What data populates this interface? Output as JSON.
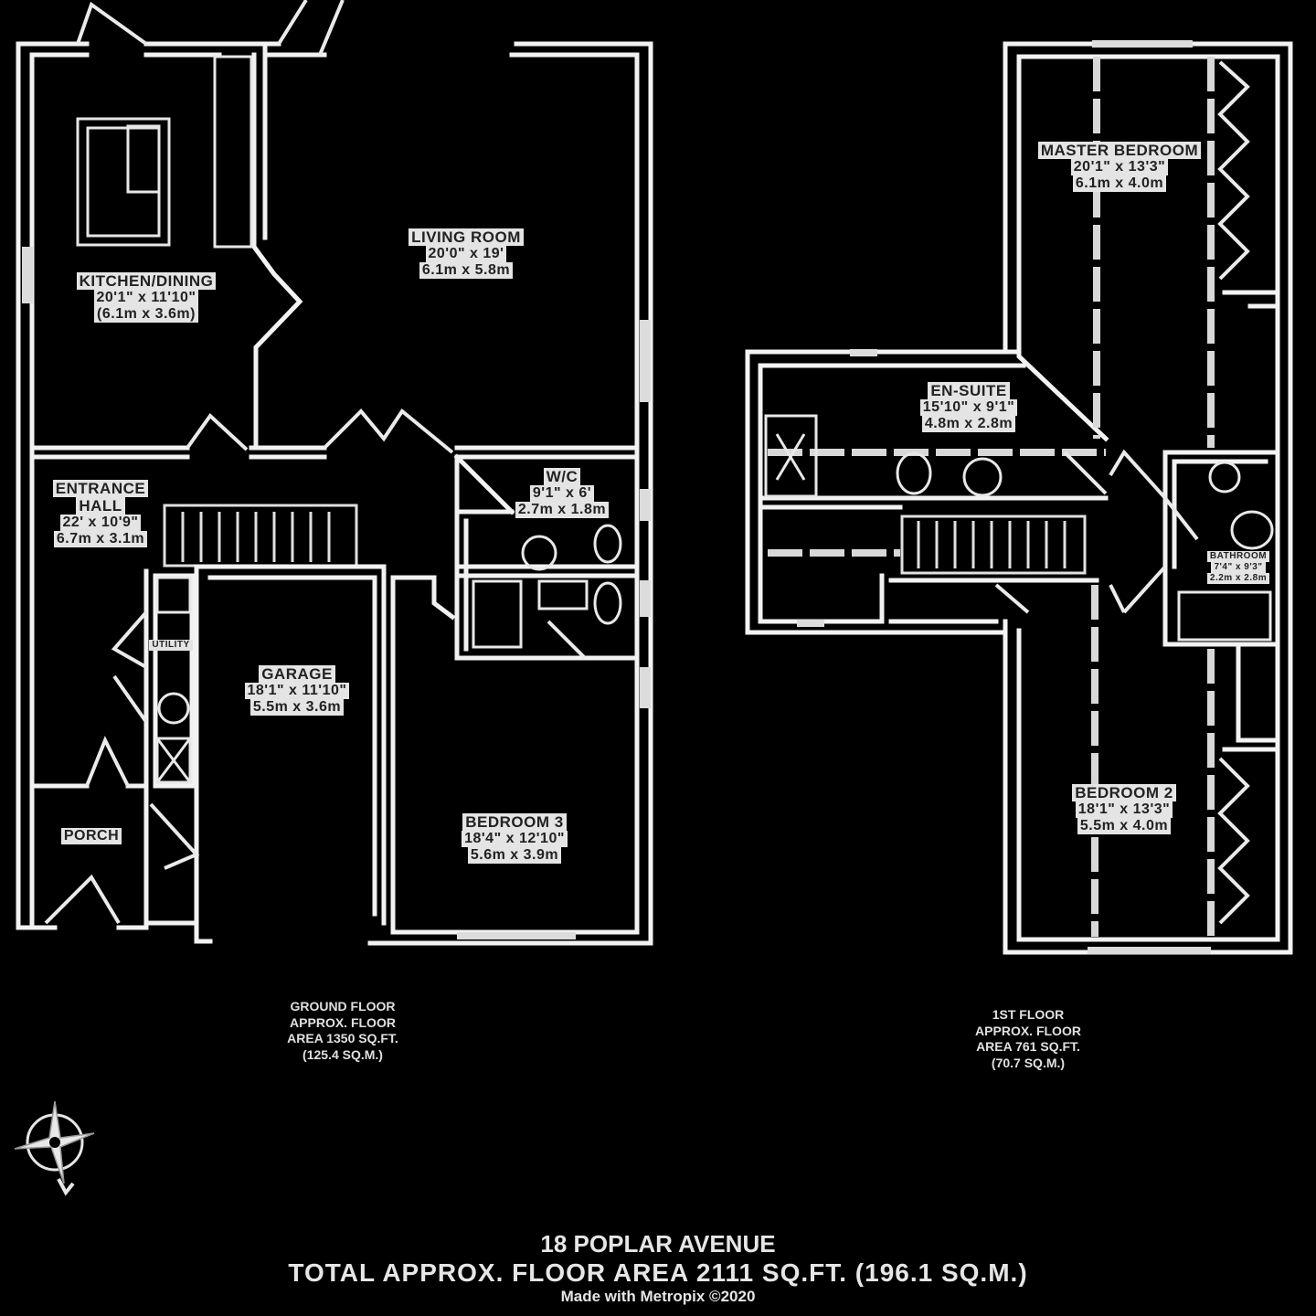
{
  "plan": {
    "background": "#000000",
    "wall_color": "#f2f2f2",
    "label_bg": "#e4e4e4"
  },
  "ground_floor": {
    "rooms": [
      {
        "name": "KITCHEN/DINING",
        "dim_imperial": "20'1\" x 11'10\"",
        "dim_metric": "(6.1m x 3.6m)"
      },
      {
        "name": "LIVING ROOM",
        "dim_imperial": "20'0\" x 19'",
        "dim_metric": "6.1m x 5.8m"
      },
      {
        "name": "ENTRANCE",
        "sub": "HALL",
        "dim_imperial": "22' x 10'9\"",
        "dim_metric": "6.7m x 3.1m"
      },
      {
        "name": "W/C",
        "dim_imperial": "9'1\" x 6'",
        "dim_metric": "2.7m x 1.8m"
      },
      {
        "name": "GARAGE",
        "dim_imperial": "18'1\" x 11'10\"",
        "dim_metric": "5.5m x 3.6m"
      },
      {
        "name": "BEDROOM 3",
        "dim_imperial": "18'4\" x 12'10\"",
        "dim_metric": "5.6m x 3.9m"
      },
      {
        "name": "UTILITY"
      },
      {
        "name": "PORCH"
      }
    ],
    "area_label": {
      "line1": "GROUND FLOOR",
      "line2": "APPROX. FLOOR",
      "line3": "AREA 1350 SQ.FT.",
      "line4": "(125.4 SQ.M.)"
    }
  },
  "first_floor": {
    "rooms": [
      {
        "name": "MASTER BEDROOM",
        "dim_imperial": "20'1\" x 13'3\"",
        "dim_metric": "6.1m x 4.0m"
      },
      {
        "name": "EN-SUITE",
        "dim_imperial": "15'10\" x 9'1\"",
        "dim_metric": "4.8m x 2.8m"
      },
      {
        "name": "BATHROOM",
        "dim_imperial": "7'4\" x 9'3\"",
        "dim_metric": "2.2m x 2.8m"
      },
      {
        "name": "BEDROOM 2",
        "dim_imperial": "18'1\" x 13'3\"",
        "dim_metric": "5.5m x 4.0m"
      }
    ],
    "area_label": {
      "line1": "1ST FLOOR",
      "line2": "APPROX. FLOOR",
      "line3": "AREA 761 SQ.FT.",
      "line4": "(70.7 SQ.M.)"
    }
  },
  "footer": {
    "address": "18 POPLAR AVENUE",
    "total": "TOTAL APPROX. FLOOR AREA 2111 SQ.FT. (196.1 SQ.M.)",
    "credit": "Made with Metropix ©2020"
  },
  "icons": {
    "compass": "compass-rose-icon"
  }
}
